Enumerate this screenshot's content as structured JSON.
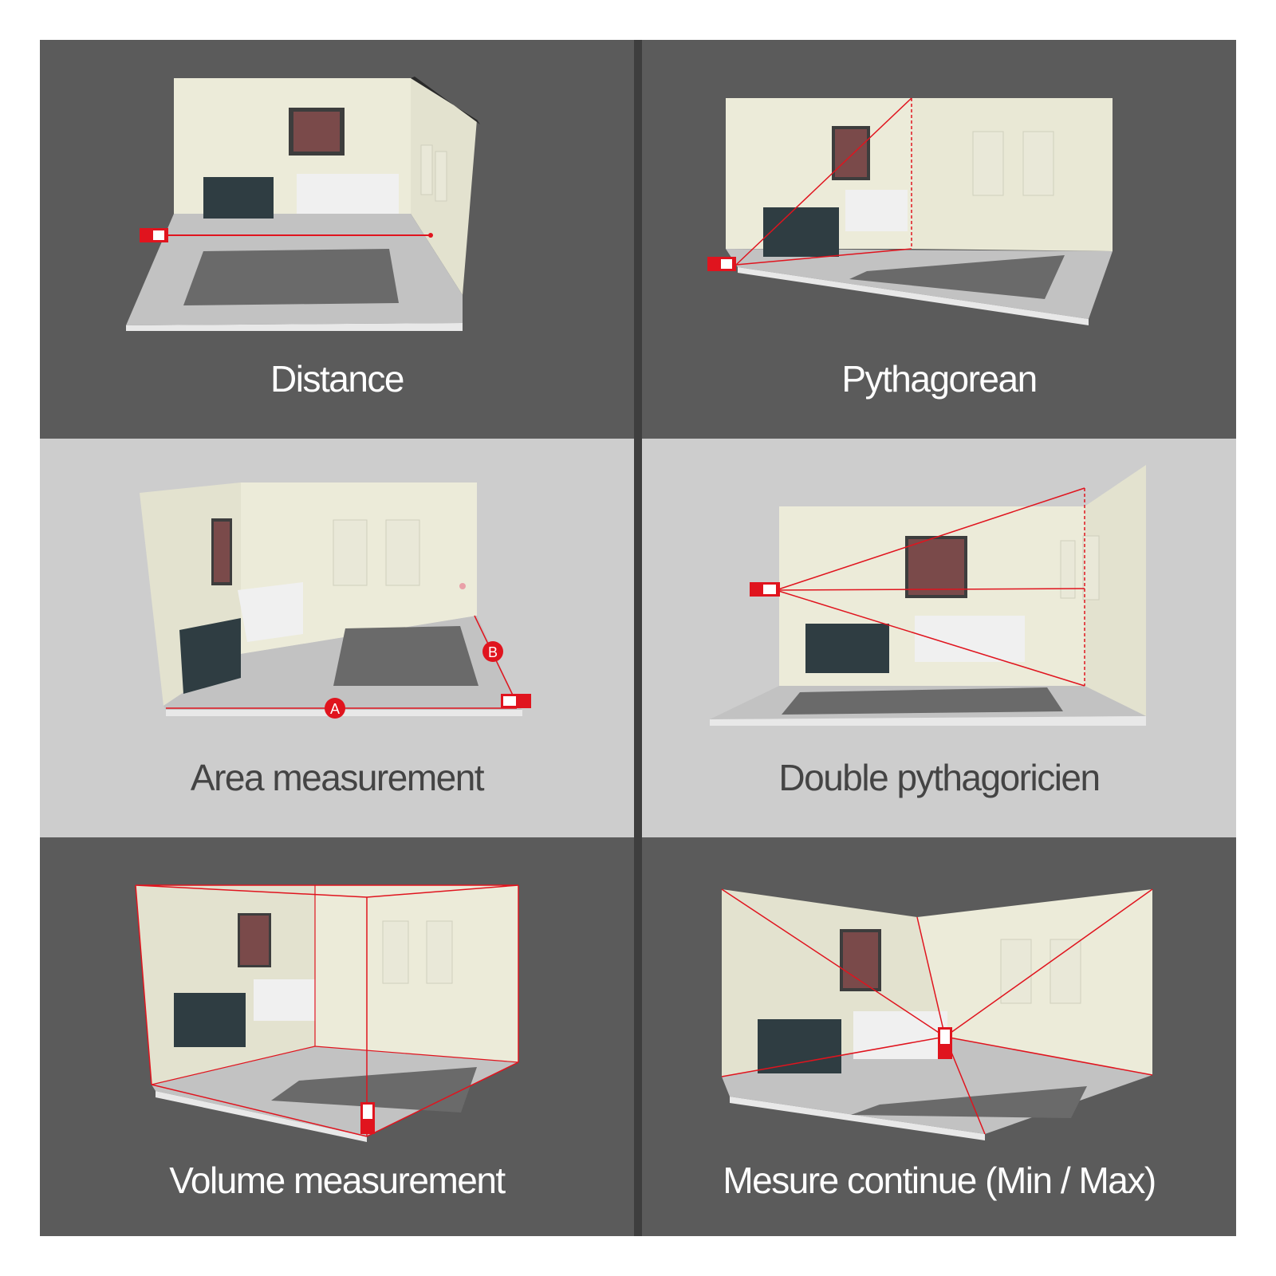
{
  "panels": [
    {
      "caption": "Distance"
    },
    {
      "caption": "Pythagorean"
    },
    {
      "caption": "Area measurement",
      "markers": [
        "A",
        "B"
      ]
    },
    {
      "caption": "Double pythagoricien"
    },
    {
      "caption": "Volume measurement"
    },
    {
      "caption": "Mesure continue (Min / Max)"
    }
  ],
  "colors": {
    "dark_panel": "#5b5b5b",
    "light_panel": "#cdcdcd",
    "laser": "#e0141e",
    "wall": "#ecebd9",
    "floor": "#bdbdbd",
    "rug": "#6e6e6e"
  },
  "icons": [
    "laser-meter-icon",
    "room-illustration"
  ]
}
